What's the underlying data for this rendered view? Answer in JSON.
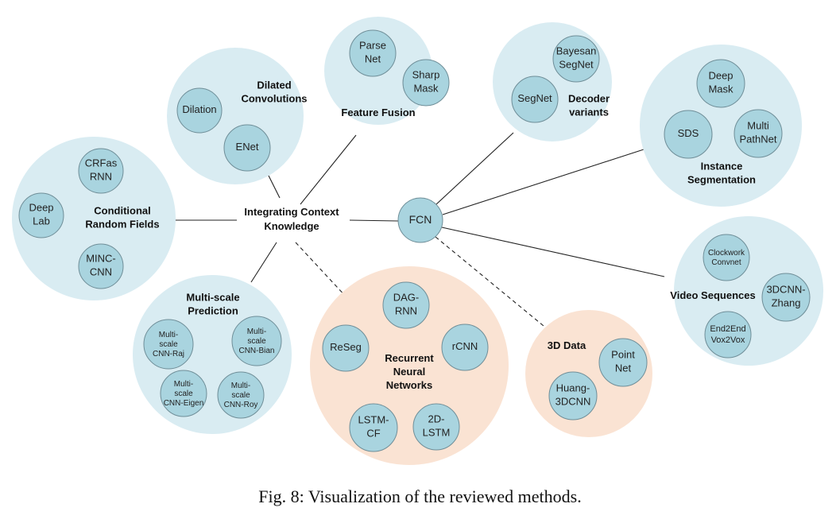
{
  "caption": "Fig. 8: Visualization of the reviewed methods.",
  "colors": {
    "blue_group": "#d9ecf2",
    "orange_group": "#fae3d3",
    "node_fill": "#a9d4df",
    "node_stroke": "#6f8e98",
    "edge": "#222222"
  },
  "hubs": {
    "integrating": [
      "Integrating Context",
      "Knowledge"
    ],
    "fcn": [
      "FCN"
    ]
  },
  "groups": {
    "dilated": {
      "title": [
        "Dilated",
        "Convolutions"
      ],
      "theme": "blue",
      "items": [
        [
          "Dilation"
        ],
        [
          "ENet"
        ]
      ]
    },
    "fusion": {
      "title": [
        "Feature Fusion"
      ],
      "theme": "blue",
      "items": [
        [
          "Parse",
          "Net"
        ],
        [
          "Sharp",
          "Mask"
        ]
      ]
    },
    "crf": {
      "title": [
        "Conditional",
        "Random Fields"
      ],
      "theme": "blue",
      "items": [
        [
          "Deep",
          "Lab"
        ],
        [
          "CRFas",
          "RNN"
        ],
        [
          "MINC-",
          "CNN"
        ]
      ]
    },
    "multiscale": {
      "title": [
        "Multi-scale",
        "Prediction"
      ],
      "theme": "blue",
      "items": [
        [
          "Multi-",
          "scale",
          "CNN-Raj"
        ],
        [
          "Multi-",
          "scale",
          "CNN-Bian"
        ],
        [
          "Multi-",
          "scale",
          "CNN-Eigen"
        ],
        [
          "Multi-",
          "scale",
          "CNN-Roy"
        ]
      ]
    },
    "rnn": {
      "title": [
        "Recurrent",
        "Neural",
        "Networks"
      ],
      "theme": "orange",
      "items": [
        [
          "DAG-",
          "RNN"
        ],
        [
          "ReSeg"
        ],
        [
          "rCNN"
        ],
        [
          "LSTM-",
          "CF"
        ],
        [
          "2D-",
          "LSTM"
        ]
      ]
    },
    "decoder": {
      "title": [
        "Decoder",
        "variants"
      ],
      "theme": "blue",
      "items": [
        [
          "Bayesan",
          "SegNet"
        ],
        [
          "SegNet"
        ]
      ]
    },
    "instance": {
      "title": [
        "Instance",
        "Segmentation"
      ],
      "theme": "blue",
      "items": [
        [
          "Deep",
          "Mask"
        ],
        [
          "SDS"
        ],
        [
          "Multi",
          "PathNet"
        ]
      ]
    },
    "video": {
      "title": [
        "Video Sequences"
      ],
      "theme": "blue",
      "items": [
        [
          "Clockwork",
          "Convnet"
        ],
        [
          "3DCNN-",
          "Zhang"
        ],
        [
          "End2End",
          "Vox2Vox"
        ]
      ]
    },
    "data3d": {
      "title": [
        "3D Data"
      ],
      "theme": "orange",
      "items": [
        [
          "Point",
          "Net"
        ],
        [
          "Huang-",
          "3DCNN"
        ]
      ]
    }
  }
}
